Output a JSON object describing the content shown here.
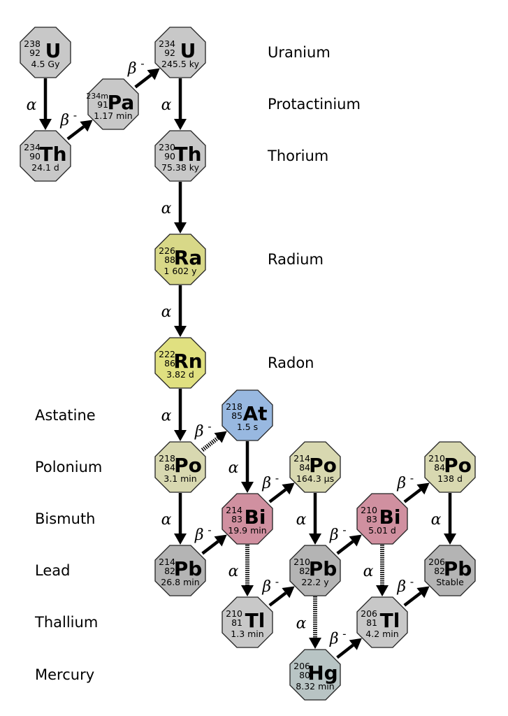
{
  "title": "Uranium-238 decay chain",
  "colors": {
    "uranium": "#c8c8c8",
    "protactinium": "#c8c8c8",
    "thorium": "#c8c8c8",
    "radium": "#d8d888",
    "radon": "#e0e080",
    "astatine": "#98b8e0",
    "polonium": "#d8d8b0",
    "bismuth": "#d090a0",
    "lead": "#b4b4b4",
    "thallium": "#c8c8c8",
    "mercury": "#b8c4c4"
  },
  "element_labels": [
    {
      "id": "uranium",
      "text": "Uranium",
      "side": "right",
      "row": 0
    },
    {
      "id": "protactinium",
      "text": "Protactinium",
      "side": "right",
      "row": 1
    },
    {
      "id": "thorium",
      "text": "Thorium",
      "side": "right",
      "row": 2
    },
    {
      "id": "radium",
      "text": "Radium",
      "side": "right",
      "row": 4
    },
    {
      "id": "radon",
      "text": "Radon",
      "side": "right",
      "row": 6
    },
    {
      "id": "astatine",
      "text": "Astatine",
      "side": "left",
      "row": 7
    },
    {
      "id": "polonium",
      "text": "Polonium",
      "side": "left",
      "row": 8
    },
    {
      "id": "bismuth",
      "text": "Bismuth",
      "side": "left",
      "row": 9
    },
    {
      "id": "lead",
      "text": "Lead",
      "side": "left",
      "row": 10
    },
    {
      "id": "thallium",
      "text": "Thallium",
      "side": "left",
      "row": 11
    },
    {
      "id": "mercury",
      "text": "Mercury",
      "side": "left",
      "row": 12
    }
  ],
  "nuclides": [
    {
      "id": "u238",
      "mass": "238",
      "z": "92",
      "symbol": "U",
      "half_life": "4.5 Gy",
      "element": "uranium",
      "col": 0,
      "row": 0
    },
    {
      "id": "th234",
      "mass": "234",
      "z": "90",
      "symbol": "Th",
      "half_life": "24.1 d",
      "element": "thorium",
      "col": 0,
      "row": 2
    },
    {
      "id": "pa234m",
      "mass": "234m",
      "z": "91",
      "symbol": "Pa",
      "half_life": "1.17 min",
      "element": "protactinium",
      "col": 1,
      "row": 1
    },
    {
      "id": "u234",
      "mass": "234",
      "z": "92",
      "symbol": "U",
      "half_life": "245.5 ky",
      "element": "uranium",
      "col": 2,
      "row": 0
    },
    {
      "id": "th230",
      "mass": "230",
      "z": "90",
      "symbol": "Th",
      "half_life": "75.38 ky",
      "element": "thorium",
      "col": 2,
      "row": 2
    },
    {
      "id": "ra226",
      "mass": "226",
      "z": "88",
      "symbol": "Ra",
      "half_life": "1 602 y",
      "element": "radium",
      "col": 2,
      "row": 4
    },
    {
      "id": "rn222",
      "mass": "222",
      "z": "86",
      "symbol": "Rn",
      "half_life": "3.82 d",
      "element": "radon",
      "col": 2,
      "row": 6
    },
    {
      "id": "po218",
      "mass": "218",
      "z": "84",
      "symbol": "Po",
      "half_life": "3.1 min",
      "element": "polonium",
      "col": 2,
      "row": 8
    },
    {
      "id": "at218",
      "mass": "218",
      "z": "85",
      "symbol": "At",
      "half_life": "1.5 s",
      "element": "astatine",
      "col": 3,
      "row": 7
    },
    {
      "id": "pb214",
      "mass": "214",
      "z": "82",
      "symbol": "Pb",
      "half_life": "26.8 min",
      "element": "lead",
      "col": 2,
      "row": 10
    },
    {
      "id": "bi214",
      "mass": "214",
      "z": "83",
      "symbol": "Bi",
      "half_life": "19.9 min",
      "element": "bismuth",
      "col": 3,
      "row": 9
    },
    {
      "id": "po214",
      "mass": "214",
      "z": "84",
      "symbol": "Po",
      "half_life": "164.3 µs",
      "element": "polonium",
      "col": 4,
      "row": 8
    },
    {
      "id": "tl210",
      "mass": "210",
      "z": "81",
      "symbol": "Tl",
      "half_life": "1.3 min",
      "element": "thallium",
      "col": 3,
      "row": 11
    },
    {
      "id": "pb210",
      "mass": "210",
      "z": "82",
      "symbol": "Pb",
      "half_life": "22.2 y",
      "element": "lead",
      "col": 4,
      "row": 10
    },
    {
      "id": "hg206",
      "mass": "206",
      "z": "80",
      "symbol": "Hg",
      "half_life": "8.32 min",
      "element": "mercury",
      "col": 4,
      "row": 12
    },
    {
      "id": "bi210",
      "mass": "210",
      "z": "83",
      "symbol": "Bi",
      "half_life": "5.01 d",
      "element": "bismuth",
      "col": 5,
      "row": 9
    },
    {
      "id": "tl206",
      "mass": "206",
      "z": "81",
      "symbol": "Tl",
      "half_life": "4.2 min",
      "element": "thallium",
      "col": 5,
      "row": 11
    },
    {
      "id": "po210",
      "mass": "210",
      "z": "84",
      "symbol": "Po",
      "half_life": "138 d",
      "element": "polonium",
      "col": 6,
      "row": 8
    },
    {
      "id": "pb206",
      "mass": "206",
      "z": "82",
      "symbol": "Pb",
      "half_life": "Stable",
      "element": "lead",
      "col": 6,
      "row": 10
    }
  ],
  "decays": [
    {
      "from": "u238",
      "to": "th234",
      "mode": "alpha",
      "label": "α",
      "minor": false
    },
    {
      "from": "th234",
      "to": "pa234m",
      "mode": "beta",
      "label": "β",
      "sup": "-",
      "minor": false
    },
    {
      "from": "pa234m",
      "to": "u234",
      "mode": "beta",
      "label": "β",
      "sup": "-",
      "minor": false
    },
    {
      "from": "u234",
      "to": "th230",
      "mode": "alpha",
      "label": "α",
      "minor": false
    },
    {
      "from": "th230",
      "to": "ra226",
      "mode": "alpha",
      "label": "α",
      "minor": false
    },
    {
      "from": "ra226",
      "to": "rn222",
      "mode": "alpha",
      "label": "α",
      "minor": false
    },
    {
      "from": "rn222",
      "to": "po218",
      "mode": "alpha",
      "label": "α",
      "minor": false
    },
    {
      "from": "po218",
      "to": "at218",
      "mode": "beta",
      "label": "β",
      "sup": "-",
      "minor": true
    },
    {
      "from": "po218",
      "to": "pb214",
      "mode": "alpha",
      "label": "α",
      "minor": false
    },
    {
      "from": "at218",
      "to": "bi214",
      "mode": "alpha",
      "label": "α",
      "minor": false
    },
    {
      "from": "pb214",
      "to": "bi214",
      "mode": "beta",
      "label": "β",
      "sup": "-",
      "minor": false
    },
    {
      "from": "bi214",
      "to": "po214",
      "mode": "beta",
      "label": "β",
      "sup": "-",
      "minor": false
    },
    {
      "from": "bi214",
      "to": "tl210",
      "mode": "alpha",
      "label": "α",
      "minor": true
    },
    {
      "from": "po214",
      "to": "pb210",
      "mode": "alpha",
      "label": "α",
      "minor": false
    },
    {
      "from": "tl210",
      "to": "pb210",
      "mode": "beta",
      "label": "β",
      "sup": "-",
      "minor": false
    },
    {
      "from": "pb210",
      "to": "bi210",
      "mode": "beta",
      "label": "β",
      "sup": "-",
      "minor": false
    },
    {
      "from": "pb210",
      "to": "hg206",
      "mode": "alpha",
      "label": "α",
      "minor": true
    },
    {
      "from": "hg206",
      "to": "tl206",
      "mode": "beta",
      "label": "β",
      "sup": "-",
      "minor": false
    },
    {
      "from": "bi210",
      "to": "po210",
      "mode": "beta",
      "label": "β",
      "sup": "-",
      "minor": false
    },
    {
      "from": "bi210",
      "to": "tl206",
      "mode": "alpha",
      "label": "α",
      "minor": true
    },
    {
      "from": "po210",
      "to": "pb206",
      "mode": "alpha",
      "label": "α",
      "minor": false
    },
    {
      "from": "tl206",
      "to": "pb206",
      "mode": "beta",
      "label": "β",
      "sup": "-",
      "minor": false
    }
  ]
}
